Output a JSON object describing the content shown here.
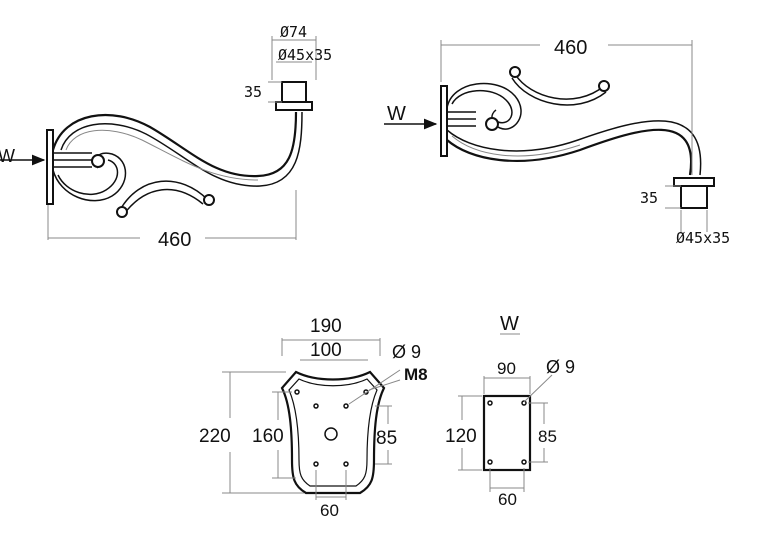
{
  "left_view": {
    "wall_label": "W",
    "width_label": "460",
    "top_diameter_label": "Ø74",
    "socket_size_label": "Ø45x35",
    "socket_height_label": "35"
  },
  "right_view": {
    "wall_label": "W",
    "width_label": "460",
    "socket_height_label": "35",
    "socket_size_label": "Ø45x35"
  },
  "base_plate": {
    "width_label": "190",
    "inner_width_label": "100",
    "height_label": "220",
    "inner_height_label": "160",
    "hole_spacing_v_label": "85",
    "hole_spacing_h_label": "60",
    "hole_diameter_label": "Ø 9",
    "thread_label": "M8"
  },
  "wall_plate": {
    "title": "W",
    "width_label": "90",
    "hole_diameter_label": "Ø 9",
    "height_label": "120",
    "hole_spacing_v_label": "85",
    "hole_spacing_h_label": "60"
  }
}
